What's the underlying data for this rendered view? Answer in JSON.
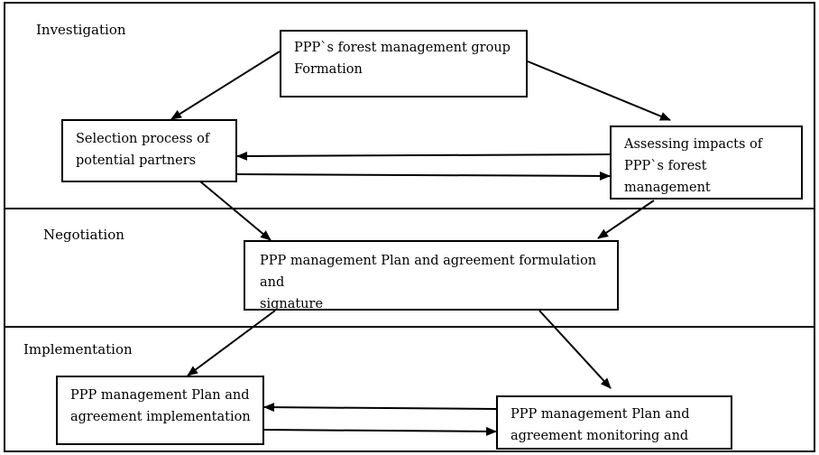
{
  "phases": [
    {
      "label": "Investigation"
    },
    {
      "label": "Negotiation"
    },
    {
      "label": "Implementation"
    }
  ],
  "nodes": {
    "formation": "PPP`s  forest management group\nFormation",
    "selection": "Selection process of\npotential partners",
    "assessing": "Assessing impacts of\nPPP`s forest management\non the livelihoods",
    "plan": "PPP management Plan and agreement formulation and\nsignature",
    "implementation": "PPP management Plan and\nagreement implementation",
    "monitoring": "PPP management Plan and\nagreement monitoring and"
  },
  "edges": [
    {
      "from": "formation",
      "to": "selection"
    },
    {
      "from": "formation",
      "to": "assessing"
    },
    {
      "from": "assessing",
      "to": "selection"
    },
    {
      "from": "selection",
      "to": "assessing"
    },
    {
      "from": "selection",
      "to": "plan"
    },
    {
      "from": "assessing",
      "to": "plan"
    },
    {
      "from": "plan",
      "to": "implementation"
    },
    {
      "from": "plan",
      "to": "monitoring"
    },
    {
      "from": "monitoring",
      "to": "implementation"
    },
    {
      "from": "implementation",
      "to": "monitoring"
    }
  ]
}
